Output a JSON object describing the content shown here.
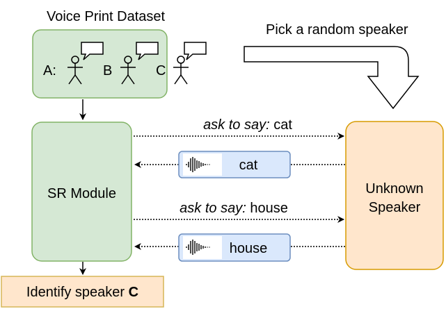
{
  "dataset": {
    "title": "Voice Print Dataset",
    "speakers": [
      {
        "label": "A:"
      },
      {
        "label": "B"
      },
      {
        "label": "C"
      }
    ]
  },
  "pick": {
    "label": "Pick a random speaker"
  },
  "sr_module": {
    "label": "SR Module"
  },
  "unknown_speaker": {
    "line1": "Unknown",
    "line2": "Speaker"
  },
  "exchanges": [
    {
      "prompt_prefix": "ask to say:",
      "word": "cat",
      "reply": "cat"
    },
    {
      "prompt_prefix": "ask to say:",
      "word": "house",
      "reply": "house"
    }
  ],
  "result": {
    "prefix": "Identify speaker ",
    "speaker": "C"
  },
  "colors": {
    "green_fill": "#d5e8d4",
    "green_stroke": "#82b366",
    "orange_fill": "#ffe6cc",
    "orange_stroke": "#d79b00",
    "blue_fill": "#dae8fc",
    "blue_stroke": "#6c8ebf",
    "result_fill": "#ffe6cc",
    "result_stroke": "#d6b656"
  }
}
